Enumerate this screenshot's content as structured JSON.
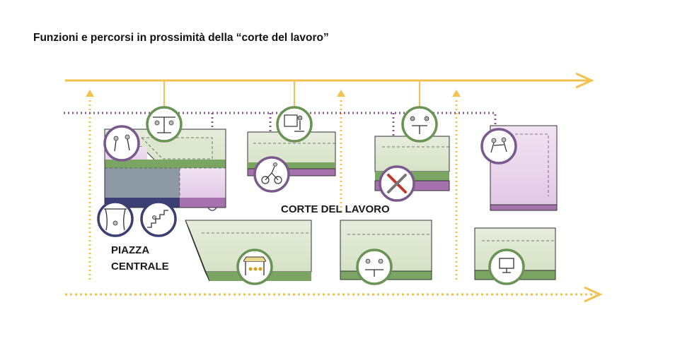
{
  "title": "Funzioni e percorsi in prossimità della “corte del lavoro”",
  "labels": {
    "corte": "CORTE DEL LAVORO",
    "piazza_line1": "PIAZZA",
    "piazza_line2": "CENTRALE"
  },
  "colors": {
    "yellow_path": "#f2c14e",
    "purple_path": "#8a5a94",
    "green": "#7aa563",
    "green_light": "#dfe8d3",
    "purple": "#a672ae",
    "purple_light": "#ead7ed",
    "slate": "#8e99a6",
    "navy": "#3b3f74",
    "beige": "#d9d6cf"
  },
  "icons": [
    "picnic-table-icon",
    "desk-worker-icon",
    "cafe-table-icon",
    "performers-icon",
    "theater-curtains-icon",
    "stairs-audience-icon",
    "cyclist-icon",
    "tools-icon",
    "dancers-icon",
    "market-stall-icon",
    "group-table-icon",
    "computer-desk-icon"
  ]
}
